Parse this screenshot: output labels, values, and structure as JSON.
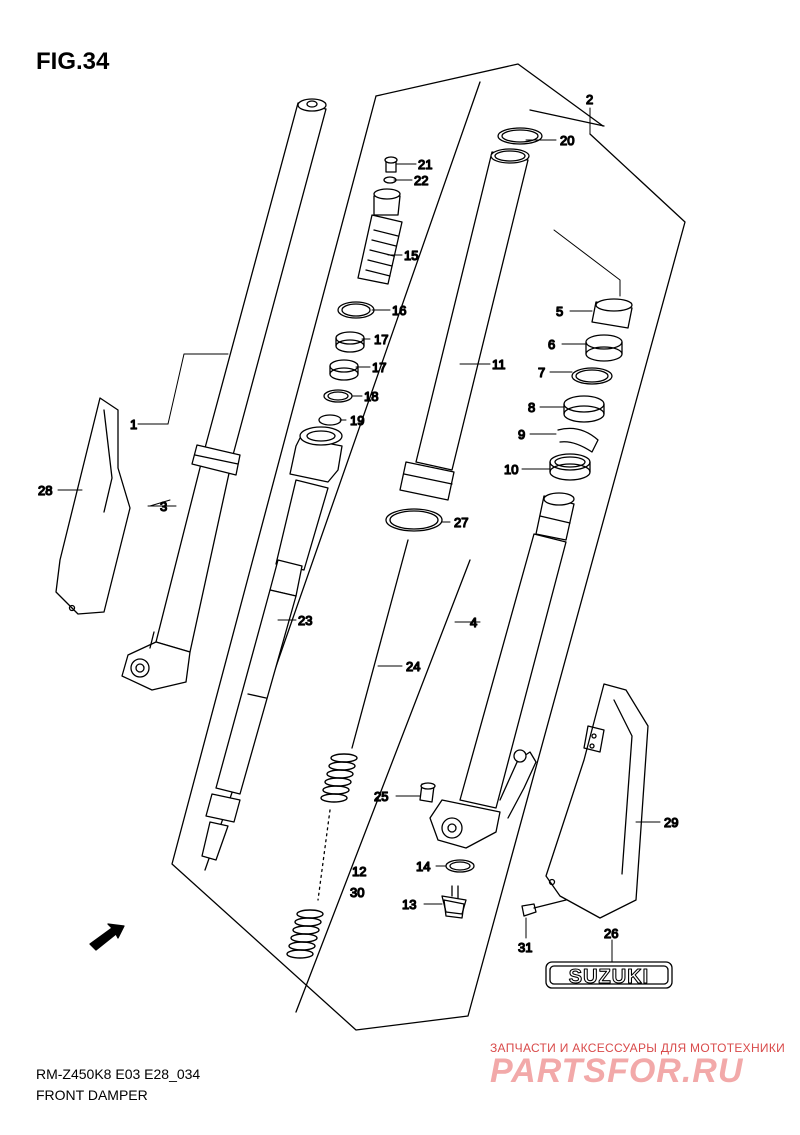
{
  "figure": {
    "title": "FIG.34",
    "model_code": "RM-Z450K8 E03 E28_034",
    "group_name": "FRONT DAMPER"
  },
  "callouts": [
    "1",
    "2",
    "3",
    "4",
    "5",
    "6",
    "7",
    "8",
    "9",
    "10",
    "11",
    "12",
    "30",
    "13",
    "14",
    "15",
    "16",
    "17",
    "17",
    "18",
    "19",
    "20",
    "21",
    "22",
    "23",
    "24",
    "25",
    "26",
    "27",
    "28",
    "29",
    "31"
  ],
  "emblem_text": "SUZUKI",
  "fwd_label": "FWD",
  "watermark": {
    "tagline": "ЗАПЧАСТИ И АКСЕССУАРЫ ДЛЯ МОТОТЕХНИКИ",
    "brand": "PARTSFOR.RU"
  },
  "colors": {
    "line": "#000000",
    "part_fill": "#ffffff",
    "watermark_red": "#d94a4a",
    "watermark_pink": "#f2a9a9"
  }
}
